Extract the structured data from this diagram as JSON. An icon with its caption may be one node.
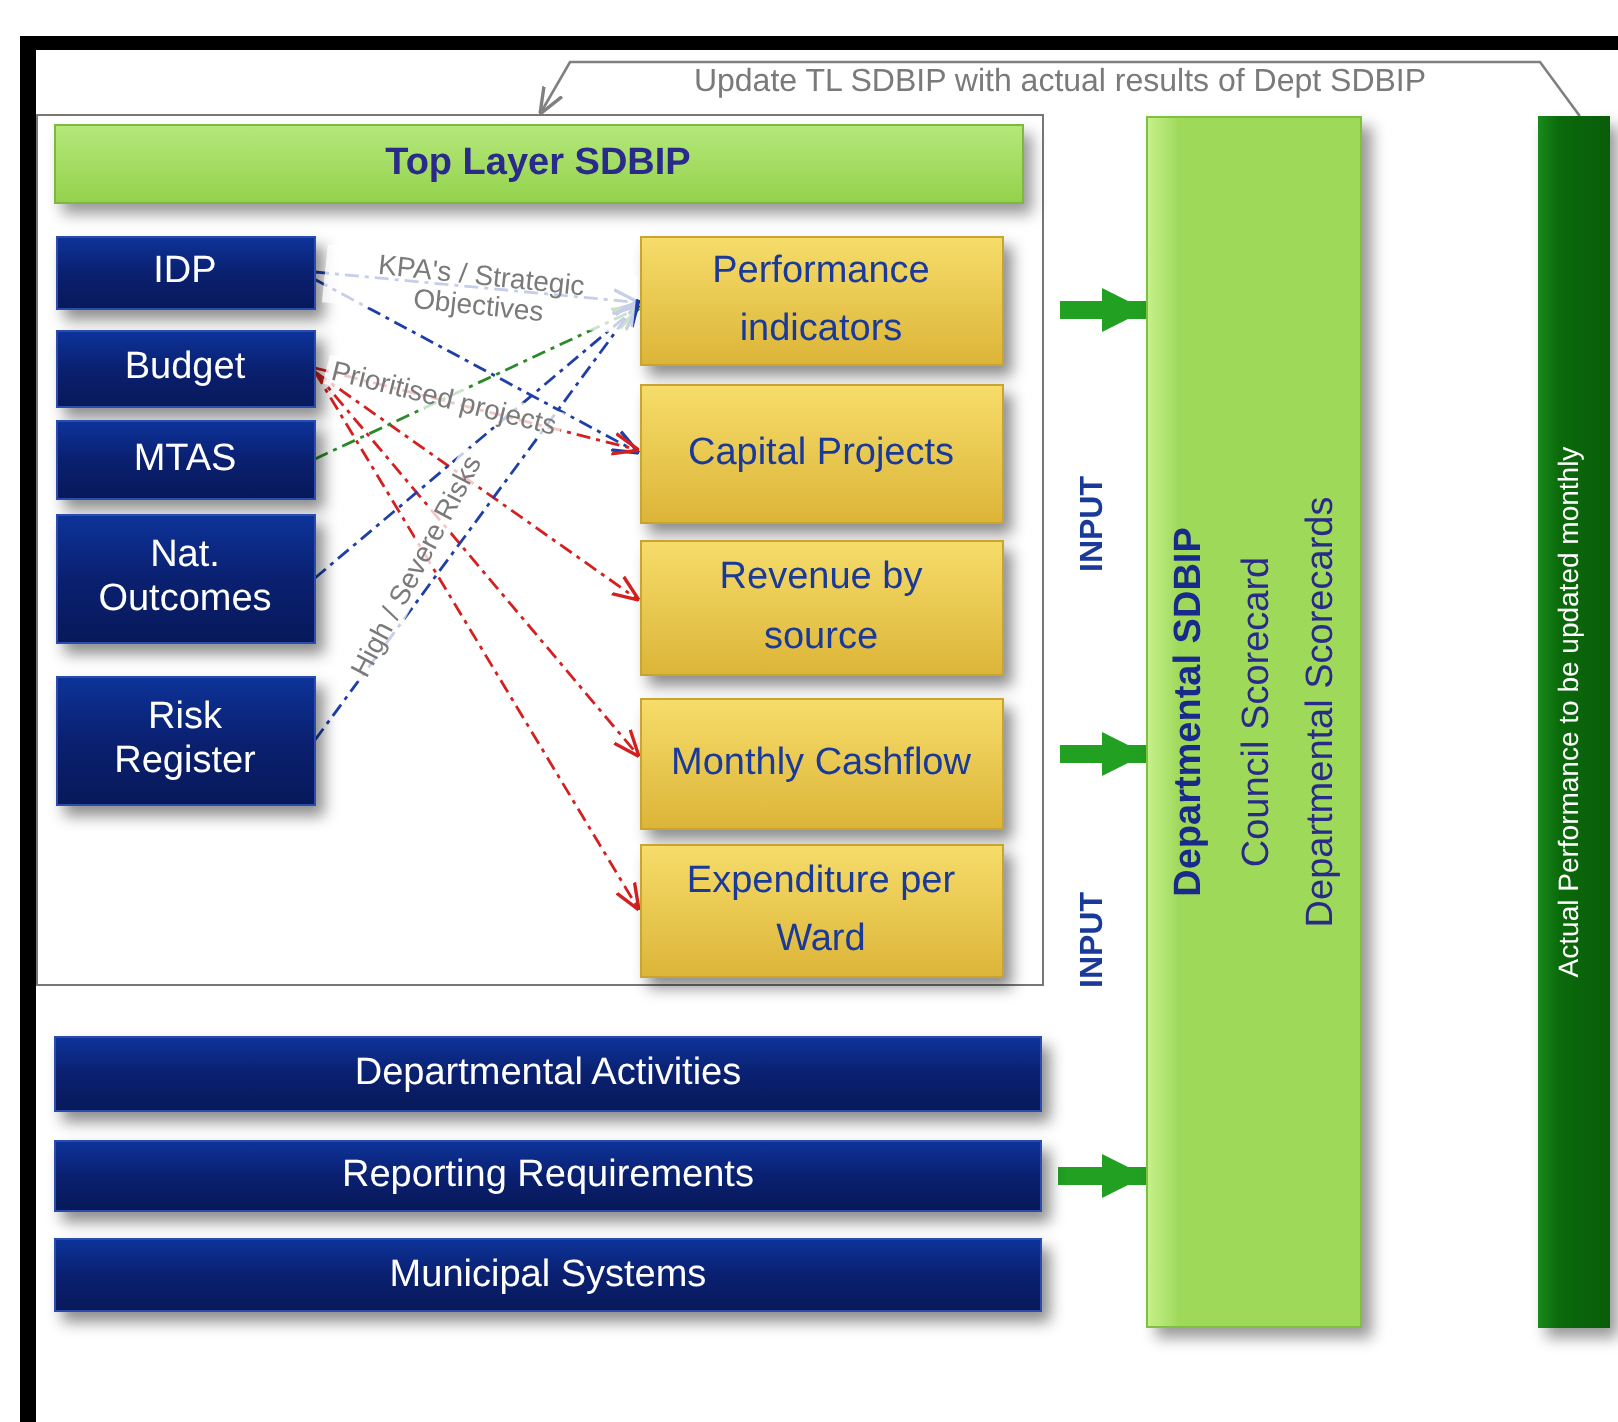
{
  "diagram": {
    "nodes": [
      {
        "text": [],
        "shape": "box"
      },
      {
        "text": [
          "Top Layer SDBIP"
        ],
        "in": 0
      },
      {
        "text": [
          "IDP"
        ],
        "in": 0
      },
      {
        "text": [
          "Budget"
        ],
        "in": 0
      },
      {
        "text": [
          "MTAS"
        ],
        "in": 0
      },
      {
        "text": [
          "Nat. Outcomes"
        ],
        "in": 0
      },
      {
        "text": [
          "Risk Register"
        ],
        "in": 0
      },
      {
        "text": [
          "Performance indicators"
        ],
        "in": 0
      },
      {
        "text": [
          "Capital Projects"
        ],
        "in": 0
      },
      {
        "text": [
          "Revenue by source"
        ],
        "in": 0
      },
      {
        "text": [
          "Monthly Cashflow"
        ],
        "in": 0
      },
      {
        "text": [
          "Expenditure per Ward"
        ],
        "in": 0
      },
      {
        "text": [
          "Departmental Activities"
        ]
      },
      {
        "text": [
          "Reporting Requirements"
        ]
      },
      {
        "text": [
          "Municipal  Systems"
        ]
      },
      {
        "text": [
          "Departmental SDBIP",
          "Council Scorecard",
          "Departmental Scorecards"
        ]
      },
      {
        "text": [
          "Actual Performance to be updated monthly"
        ]
      }
    ],
    "edges": [
      {
        "from": 2,
        "to": 7,
        "arrow": "to",
        "label": "KPA's / Strategic Objectives",
        "style": "dashed",
        "color": "#1f3fa8"
      },
      {
        "from": 2,
        "to": 8,
        "arrow": "to",
        "style": "dashed",
        "color": "#1f3fa8"
      },
      {
        "from": 3,
        "to": 8,
        "arrow": "to",
        "label": "Prioritised projects",
        "style": "dashed",
        "color": "#d42020"
      },
      {
        "from": 3,
        "to": 9,
        "arrow": "to",
        "style": "dashed",
        "color": "#d42020"
      },
      {
        "from": 3,
        "to": 10,
        "arrow": "to",
        "style": "dashed",
        "color": "#d42020"
      },
      {
        "from": 3,
        "to": 11,
        "arrow": "to",
        "style": "dashed",
        "color": "#d42020"
      },
      {
        "from": 4,
        "to": 7,
        "arrow": "to",
        "style": "dashed",
        "color": "#2a8a2a"
      },
      {
        "from": 5,
        "to": 7,
        "arrow": "to",
        "style": "dashed",
        "color": "#1f3fa8"
      },
      {
        "from": 6,
        "to": 7,
        "arrow": "to",
        "label": "High / Severe Risks",
        "style": "dashed",
        "color": "#1f3fa8"
      },
      {
        "from": 0,
        "to": 15,
        "arrow": "to",
        "style": "thick",
        "color": "#22a022"
      },
      {
        "from": 0,
        "to": 15,
        "arrow": "to",
        "style": "thick",
        "color": "#22a022"
      },
      {
        "from": 13,
        "to": 15,
        "arrow": "to",
        "style": "thick",
        "color": "#22a022"
      },
      {
        "from": 16,
        "to": 0,
        "arrow": "to",
        "label": "Update TL SDBIP with actual results of Dept SDBIP",
        "color": "#808080"
      }
    ],
    "labels": [
      "INPUT",
      "INPUT"
    ]
  }
}
